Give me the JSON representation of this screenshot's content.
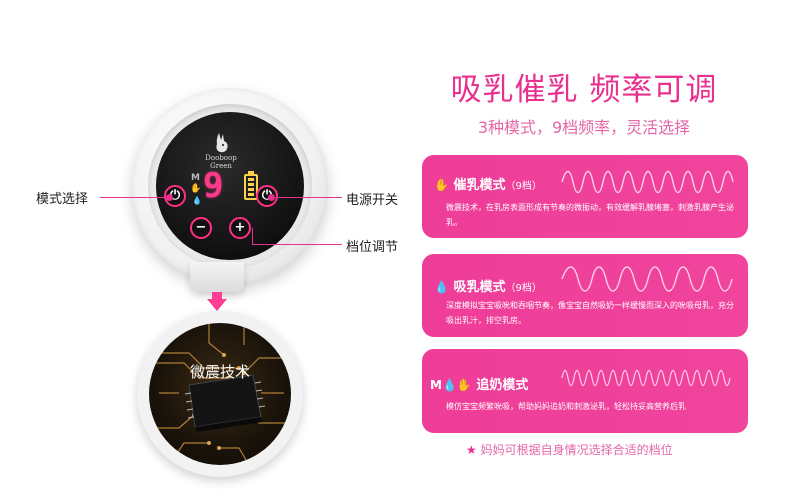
{
  "device": {
    "logo_text_line1": "Dooboop",
    "logo_text_line2": "Green",
    "mode_letter": "M",
    "display_digit": "9",
    "buttons": {
      "mode_symbol": "⏻",
      "power_symbol": "⏻",
      "minus_symbol": "−",
      "plus_symbol": "+"
    }
  },
  "callouts": {
    "mode_select": "模式选择",
    "power_switch": "电源开关",
    "level_adjust": "档位调节"
  },
  "chip": {
    "label": "微震技术"
  },
  "header": {
    "title": "吸乳催乳  频率可调",
    "subtitle": "3种模式，9档频率，灵活选择"
  },
  "modes": [
    {
      "icon": "hand-icon",
      "name": "催乳模式",
      "level": "（9档）",
      "desc": "微震技术，在乳房表面形成有节奏的微振动，有效缓解乳腺堵塞，刺激乳腺产生泌乳。"
    },
    {
      "icon": "drop-icon",
      "name": "吸乳模式",
      "level": "（9档）",
      "desc": "深度模拟宝宝吸吮和吞咽节奏，像宝宝自然吸奶一样缓慢而深入的吮吸母乳，充分吸出乳汁，排空乳房。"
    },
    {
      "icon": "m-drop-hand-icon",
      "prefix": "M",
      "name": "追奶模式",
      "level": "",
      "desc": "模仿宝宝频繁吮吸，帮助妈妈追奶和刺激泌乳，轻松持妥高营养后乳"
    }
  ],
  "footnote": {
    "star": "★",
    "text": "妈妈可根据自身情况选择合适的档位"
  },
  "colors": {
    "accent": "#e8318f",
    "card": "#ee3d98",
    "digit": "#ff3a8c",
    "battery": "#ffcf4a"
  }
}
